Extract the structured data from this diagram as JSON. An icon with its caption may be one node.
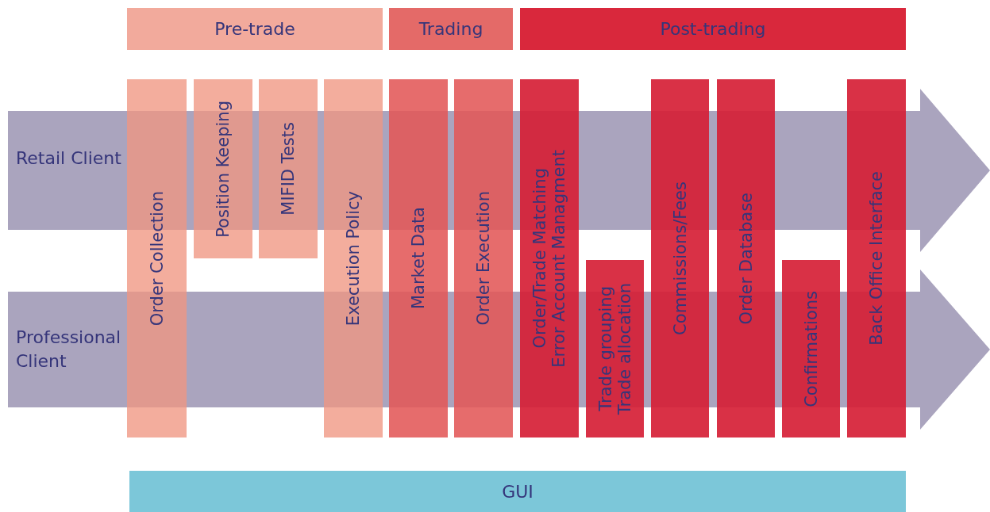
{
  "diagram": {
    "nodes": [
      {
        "text": [
          "Pre-trade"
        ]
      },
      {
        "text": [
          "Trading"
        ]
      },
      {
        "text": [
          "Post-trading"
        ]
      },
      {
        "text": [
          "Retail Client"
        ]
      },
      {
        "text": [
          "Professional Client"
        ]
      },
      {
        "text": [
          "Order Collection"
        ]
      },
      {
        "text": [
          "Position Keeping"
        ]
      },
      {
        "text": [
          "MIFID Tests"
        ]
      },
      {
        "text": [
          "Execution Policy"
        ]
      },
      {
        "text": [
          "Market Data"
        ]
      },
      {
        "text": [
          "Order Execution"
        ]
      },
      {
        "text": [
          "Order/Trade Matching",
          "Error Account Managment"
        ]
      },
      {
        "text": [
          "Trade grouping",
          "Trade allocation"
        ]
      },
      {
        "text": [
          "Commissions/Fees"
        ]
      },
      {
        "text": [
          "Order Database"
        ]
      },
      {
        "text": [
          "Confirmations"
        ]
      },
      {
        "text": [
          "Back Office Interface"
        ]
      },
      {
        "text": [
          "GUI"
        ]
      }
    ]
  }
}
